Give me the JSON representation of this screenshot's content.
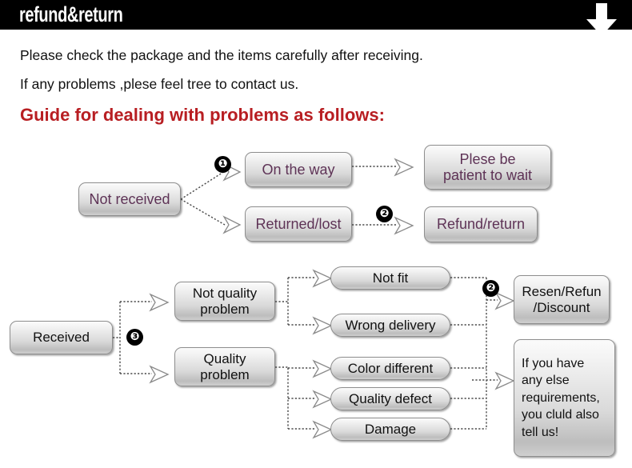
{
  "header": {
    "title": "refund&return",
    "arrow_icon": "down-arrow-icon",
    "bar_color": "#000000",
    "text_color": "#ffffff"
  },
  "intro": {
    "line1": "Please check the package and the items carefully after receiving.",
    "line2": "If any problems ,plese feel tree to contact us.",
    "heading": "Guide for dealing with problems as follows:",
    "heading_color": "#b81e22"
  },
  "diagram": {
    "purple_text_color": "#5e3356",
    "box_border_color": "#8e8e8e",
    "badge_color": "#000000",
    "flow_top": {
      "source": "Not received",
      "branches": [
        {
          "badge": "❶",
          "state": "On the way",
          "result": "Plese be\npatient to wait"
        },
        {
          "badge": "❷",
          "state": "Returned/lost",
          "result": "Refund/return"
        }
      ]
    },
    "flow_bottom": {
      "source": "Received",
      "badge": "❸",
      "categories": [
        {
          "label": "Not quality\nproblem",
          "reasons": [
            "Not fit",
            "Wrong delivery"
          ]
        },
        {
          "label": "Quality\nproblem",
          "reasons": [
            "Color different",
            "Quality defect",
            "Damage"
          ]
        }
      ],
      "outcome_badge": "❷",
      "outcome": "Resen/Refun\n/Discount",
      "note": "If you have\nany else\nrequirements,\nyou cluld also\ntell us!"
    }
  }
}
